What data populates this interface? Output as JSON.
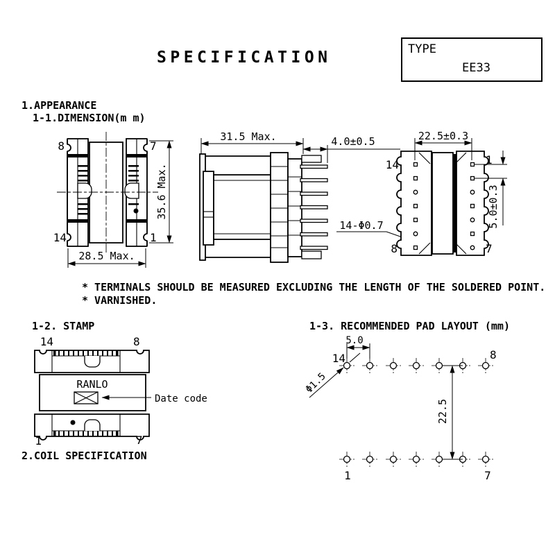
{
  "title": "SPECIFICATION",
  "type_box": {
    "label": "TYPE",
    "value": "EE33"
  },
  "headings": {
    "appearance": "1.APPEARANCE",
    "dimension": "1-1.DIMENSION(m m)",
    "stamp": "1-2. STAMP",
    "pad_layout": "1-3. RECOMMENDED PAD LAYOUT (mm)",
    "coil": "2.COIL SPECIFICATION"
  },
  "notes": [
    "*  TERMINALS SHOULD BE MEASURED EXCLUDING THE LENGTH OF THE SOLDERED POINT.",
    "*  VARNISHED."
  ],
  "top_view": {
    "pin_top_left": "8",
    "pin_top_right": "7",
    "pin_bottom_left": "14",
    "pin_bottom_right": "1",
    "width_dim": "28.5 Max.",
    "height_dim": "35.6 Max."
  },
  "side_view": {
    "body_width_dim": "31.5 Max.",
    "terminal_length_dim": "4.0±0.5",
    "terminal_count_dim": "14-Φ0.7"
  },
  "bottom_view": {
    "pin_top_left": "14",
    "pin_top_right": "1",
    "pin_bottom_left": "8",
    "pin_bottom_right": "7",
    "hole_span_dim": "22.5±0.3",
    "hole_pitch_dim": "5.0±0.3"
  },
  "stamp_view": {
    "pin_top_left": "14",
    "pin_top_right": "8",
    "pin_bottom_left": "1",
    "pin_bottom_right": "7",
    "brand": "RANLO",
    "date_code_label": "Date code"
  },
  "pad_layout_view": {
    "pin_top_left": "14",
    "pin_top_right": "8",
    "pin_bottom_left": "1",
    "pin_bottom_right": "7",
    "pad_pitch_dim": "5.0",
    "row_pitch_dim": "22.5",
    "pad_dia_dim": "Φ1.5"
  },
  "colors": {
    "ink": "#000000",
    "paper": "#ffffff"
  }
}
